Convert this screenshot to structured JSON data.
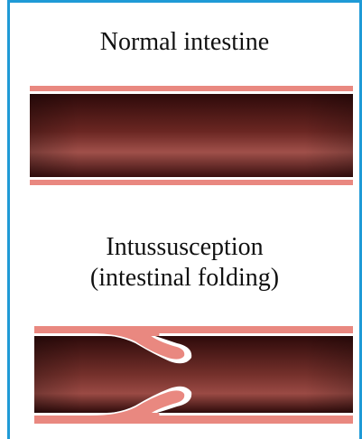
{
  "labels": {
    "normal": "Normal intestine",
    "intussusception": "Intussusception",
    "intussusception_sub": "(intestinal folding)"
  },
  "colors": {
    "frame": "#1f9ad6",
    "wall_pink": "#e98880",
    "lumen_dark": "#3c1010",
    "lumen_mid": "#8a3a34",
    "outline": "#ffffff"
  }
}
